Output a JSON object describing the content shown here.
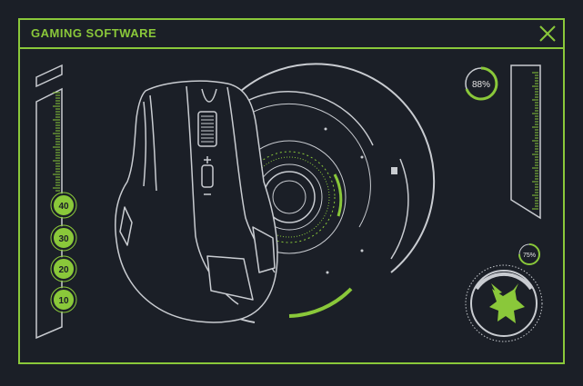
{
  "window": {
    "title": "GAMING SOFTWARE"
  },
  "dpi_levels": [
    {
      "label": "40"
    },
    {
      "label": "30"
    },
    {
      "label": "20"
    },
    {
      "label": "10"
    }
  ],
  "gauges": {
    "battery": {
      "label": "88%",
      "value": 88
    },
    "secondary": {
      "label": "75%",
      "value": 75
    }
  },
  "colors": {
    "accent": "#8ac83a",
    "line": "#c9ccd1",
    "background": "#1b1f27"
  },
  "icons": {
    "close": "close-icon",
    "brand": "horned-beast-logo-icon"
  }
}
